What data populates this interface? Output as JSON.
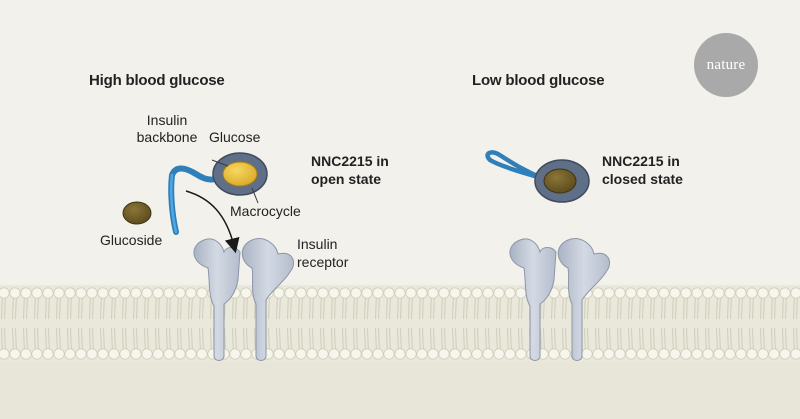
{
  "brand": {
    "logo_text": "nature"
  },
  "panels": {
    "left": {
      "title": "High blood glucose",
      "labels": {
        "insulin_backbone_line1": "Insulin",
        "insulin_backbone_line2": "backbone",
        "glucose": "Glucose",
        "macrocycle": "Macrocycle",
        "glucoside": "Glucoside",
        "state_line1": "NNC2215 in",
        "state_line2": "open state",
        "receptor_line1": "Insulin",
        "receptor_line2": "receptor"
      }
    },
    "right": {
      "title": "Low blood glucose",
      "labels": {
        "state_line1": "NNC2215 in",
        "state_line2": "closed state"
      }
    }
  },
  "colors": {
    "background": "#f2f1ec",
    "membrane_fill": "#e8e7d9",
    "lipid_head": "#f7f6ec",
    "lipid_outline": "#cfcdbb",
    "insulin_backbone": "#3a8fcc",
    "macrocycle": "#5f6f88",
    "glucose": "#e0b631",
    "glucoside": "#6b5a23",
    "receptor": "#c5ccd9",
    "badge": "#a9a9a9"
  }
}
